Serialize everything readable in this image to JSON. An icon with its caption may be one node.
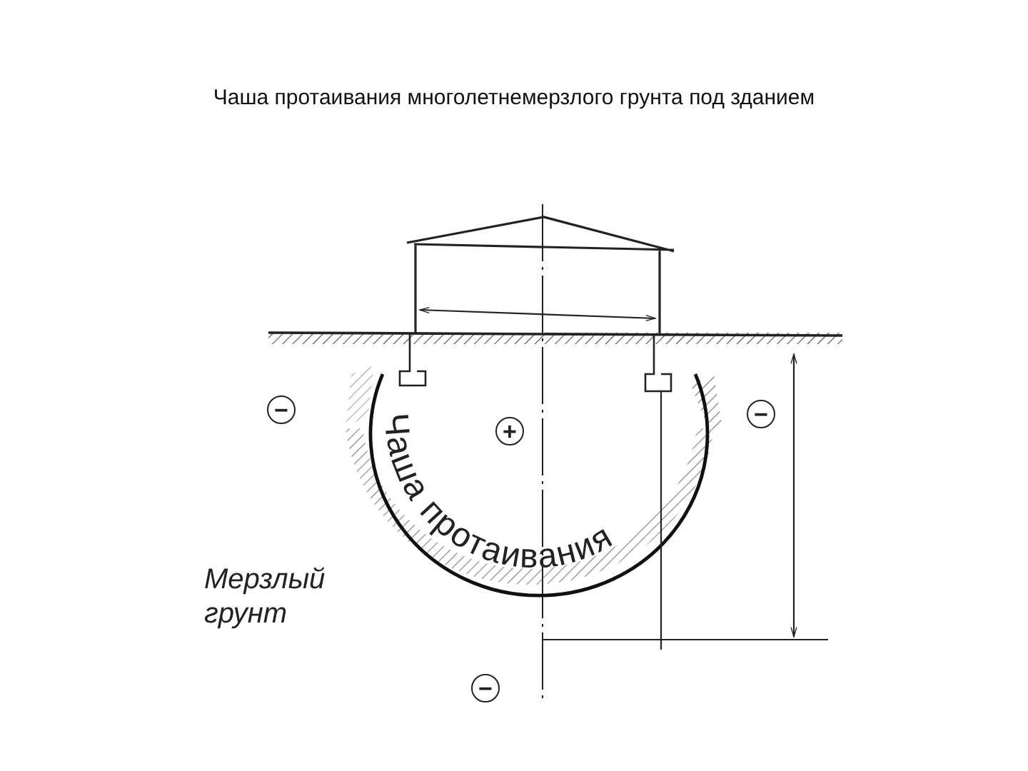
{
  "diagram": {
    "title": "Чаша протаивания многолетнемерзлого грунта под зданием",
    "labels": [
      "Чаша протаивания",
      "−",
      "+",
      "−",
      "Мерзлый грунт",
      "−"
    ]
  }
}
